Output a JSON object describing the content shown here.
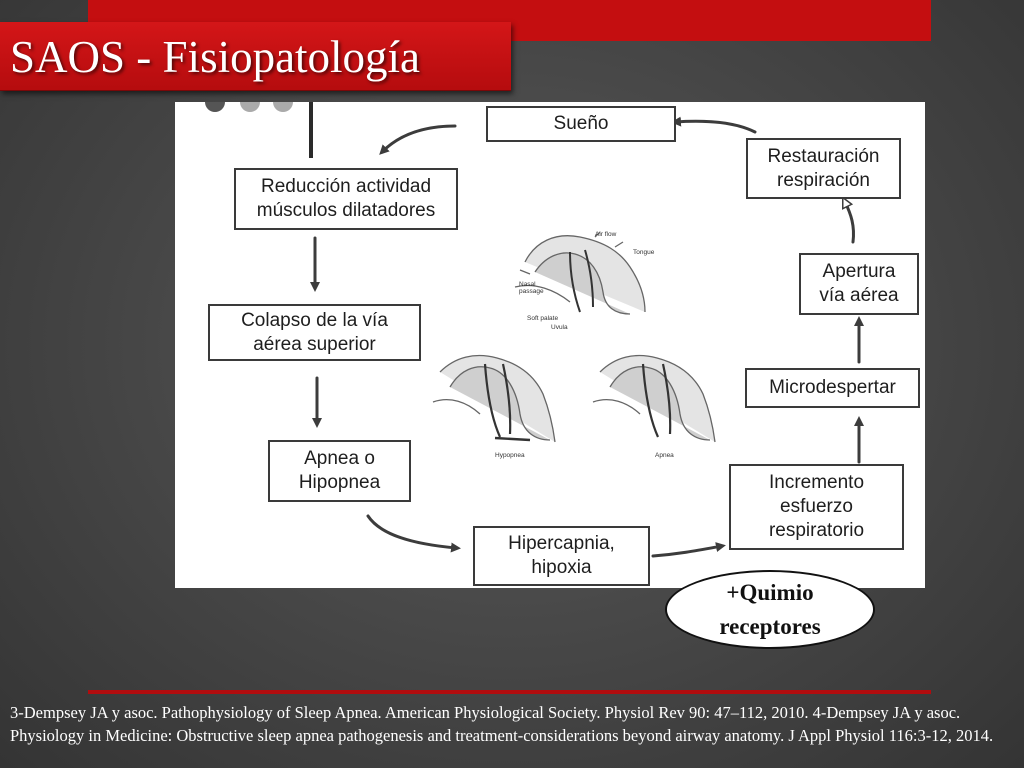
{
  "slide": {
    "title": "SAOS - Fisiopatología",
    "citation": "3-Dempsey JA y asoc. Pathophysiology of Sleep Apnea. American Physiological Society. Physiol Rev 90: 47–112, 2010. 4-Dempsey JA y asoc. Physiology in Medicine: Obstructive sleep apnea pathogenesis and treatment-considerations beyond airway anatomy. J Appl Physiol 116:3-12, 2014.",
    "colors": {
      "accent": "#c40e10",
      "background": "#454545",
      "text": "#ffffff"
    }
  },
  "diagram": {
    "nodes": {
      "sueno": "Sueño",
      "reduccion": "Reducción  actividad\nmúsculos dilatadores",
      "colapso": "Colapso de la vía\n aérea superior",
      "apnea": "Apnea o\nHipopnea",
      "hipercapnia": "Hipercapnia,\nhipoxia",
      "incremento": "Incremento\nesfuerzo\nrespiratorio",
      "microdespertar": "Microdespertar",
      "apertura": "Apertura\nvía aérea",
      "restauracion": "Restauración\nrespiración"
    },
    "anatomy_labels": {
      "air_flow": "Air flow",
      "tongue": "Tongue",
      "nasal_passage": "Nasal\npassage",
      "soft_palate": "Soft palate",
      "uvula": "Uvula",
      "hypopnea": "Hypopnea",
      "apnea": "Apnea"
    },
    "callout": "+Quimio\nreceptores"
  }
}
